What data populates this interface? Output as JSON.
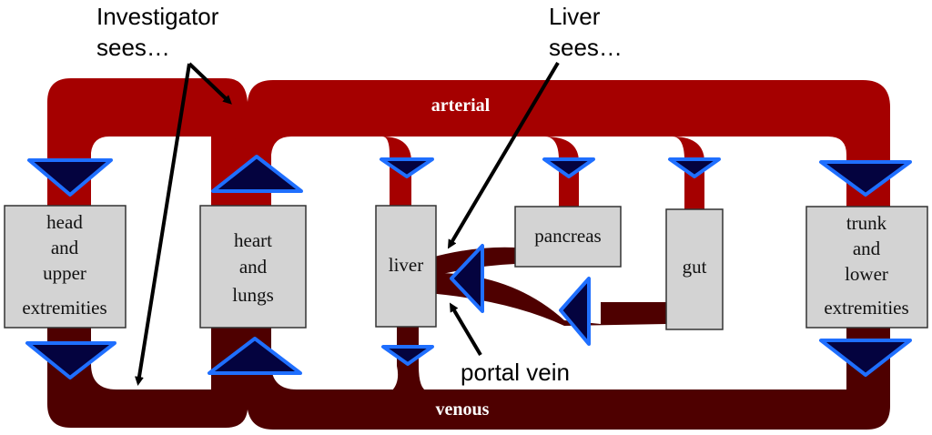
{
  "colors": {
    "arterial": "#a50000",
    "venous": "#4e0000",
    "organ_fill": "#d3d3d3",
    "organ_border": "#333333",
    "valve_fill": "#04033f",
    "valve_border": "#1f6fff",
    "annotation": "#000000"
  },
  "vessels": {
    "arterial_label": "arterial",
    "venous_label": "venous"
  },
  "organs": [
    {
      "id": "head",
      "lines": [
        "head",
        "and",
        "upper",
        "extremities"
      ]
    },
    {
      "id": "heart",
      "lines": [
        "heart",
        "and",
        "lungs"
      ]
    },
    {
      "id": "liver",
      "lines": [
        "liver"
      ]
    },
    {
      "id": "pancreas",
      "lines": [
        "pancreas"
      ]
    },
    {
      "id": "gut",
      "lines": [
        "gut"
      ]
    },
    {
      "id": "trunk",
      "lines": [
        "trunk",
        "and",
        "lower",
        "extremities"
      ]
    }
  ],
  "annotations": {
    "investigator": [
      "Investigator",
      "sees…"
    ],
    "liver_sees": [
      "Liver",
      "sees…"
    ],
    "portal_vein": "portal vein"
  }
}
